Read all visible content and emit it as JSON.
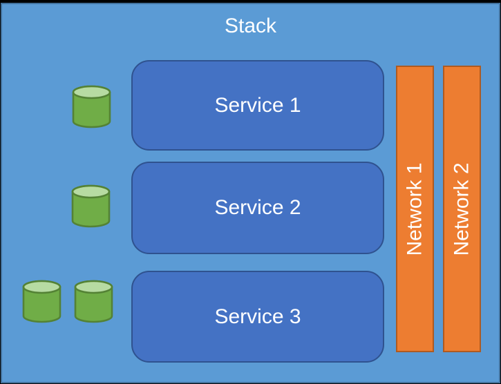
{
  "diagram": {
    "title": "Stack",
    "services": [
      {
        "label": "Service 1"
      },
      {
        "label": "Service 2"
      },
      {
        "label": "Service 3"
      }
    ],
    "networks": [
      {
        "label": "Network 1",
        "text_orientation": "rotated-90-ccw"
      },
      {
        "label": "Network 2",
        "text_orientation": "rotated-90-ccw"
      }
    ],
    "volumes": {
      "icon": "database-cylinder-icon",
      "rows": [
        {
          "aligned_with": "Service 1",
          "count": 1
        },
        {
          "aligned_with": "Service 2",
          "count": 1
        },
        {
          "aligned_with": "Service 3",
          "count": 2
        }
      ]
    },
    "colors": {
      "stack_background": "#5B9BD5",
      "stack_border": "#41719C",
      "service_fill": "#4472C4",
      "service_border": "#2F528F",
      "network_fill": "#ED7D31",
      "network_border": "#AE5A21",
      "cylinder_fill": "#70AD47",
      "cylinder_top_fill": "#B7DBA2",
      "cylinder_border": "#548235",
      "text": "#FFFFFF",
      "outer_frame": "#000000"
    }
  }
}
